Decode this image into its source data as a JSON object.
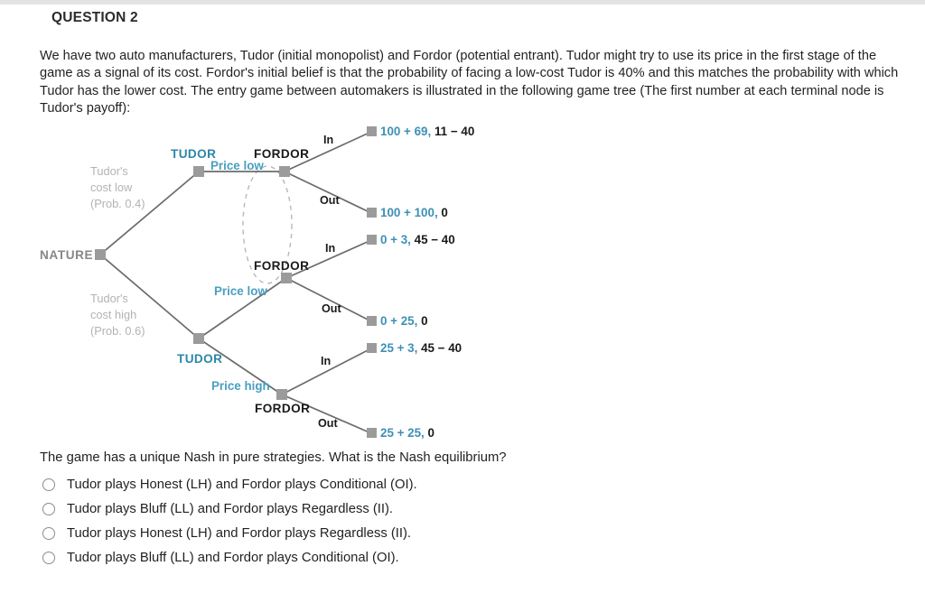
{
  "header": {
    "title": "QUESTION 2"
  },
  "body": {
    "paragraph": "We have two auto manufacturers, Tudor (initial monopolist) and Fordor (potential entrant). Tudor might try to use its price in the first stage of the game as a signal of its cost. Fordor's initial belief is that the probability of facing a low-cost Tudor is 40% and this matches the probability with which Tudor has the lower cost. The entry game between automakers is illustrated in the following game tree (The first number at each terminal node is Tudor's payoff):"
  },
  "tree": {
    "nature_label": "NATURE",
    "branch_high_label": "Tudor's\ncost low\n(Prob. 0.4)",
    "branch_low_label": "Tudor's\ncost high\n(Prob. 0.6)",
    "nature_top_text": "Tudor's cost low (Prob. 0.4)",
    "nature_top_line1": "Tudor's",
    "nature_top_line2": "cost low",
    "nature_top_line3": "(Prob. 0.4)",
    "nature_bottom_line1": "Tudor's",
    "nature_bottom_line2": "cost high",
    "nature_bottom_line3": "(Prob. 0.6)",
    "tudor_top_label": "TUDOR",
    "tudor_bottom_label": "TUDOR",
    "fordor_top_label": "FORDOR",
    "fordor_mid_label": "FORDOR",
    "fordor_bottom_label": "FORDOR",
    "action_price_low_top": "Price low",
    "action_price_low_mid": "Price low",
    "action_price_high": "Price high",
    "action_in_1": "In",
    "action_out_1": "Out",
    "action_in_2": "In",
    "action_out_2": "Out",
    "action_in_3": "In",
    "action_out_3": "Out",
    "payoffs": [
      {
        "tudor": "100 + 69,",
        "fordor": "11 − 40"
      },
      {
        "tudor": "100 + 100,",
        "fordor": "0"
      },
      {
        "tudor": "0 + 3,",
        "fordor": "45 − 40"
      },
      {
        "tudor": "0 + 25,",
        "fordor": "0"
      },
      {
        "tudor": "25 + 3,",
        "fordor": "45 − 40"
      },
      {
        "tudor": "25 + 25,",
        "fordor": "0"
      }
    ],
    "colors": {
      "player_blue": "#2d87a8",
      "action_blue": "#4a9fc0",
      "payoff_blue": "#3d90b5",
      "node_gray": "#9b9b9b",
      "edge_gray": "#6b6b6b",
      "dashed_gray": "#b8b8b8",
      "nature_text_gray": "#b3b3b3"
    }
  },
  "question": {
    "prompt": "The game has a unique Nash in pure strategies. What is the Nash equilibrium?",
    "options": [
      "Tudor plays Honest (LH) and Fordor plays Conditional (OI).",
      "Tudor plays Bluff (LL) and Fordor plays Regardless (II).",
      "Tudor plays Honest (LH) and Fordor plays Regardless (II).",
      "Tudor plays Bluff (LL) and Fordor plays Conditional (OI)."
    ],
    "selected_index": -1
  }
}
